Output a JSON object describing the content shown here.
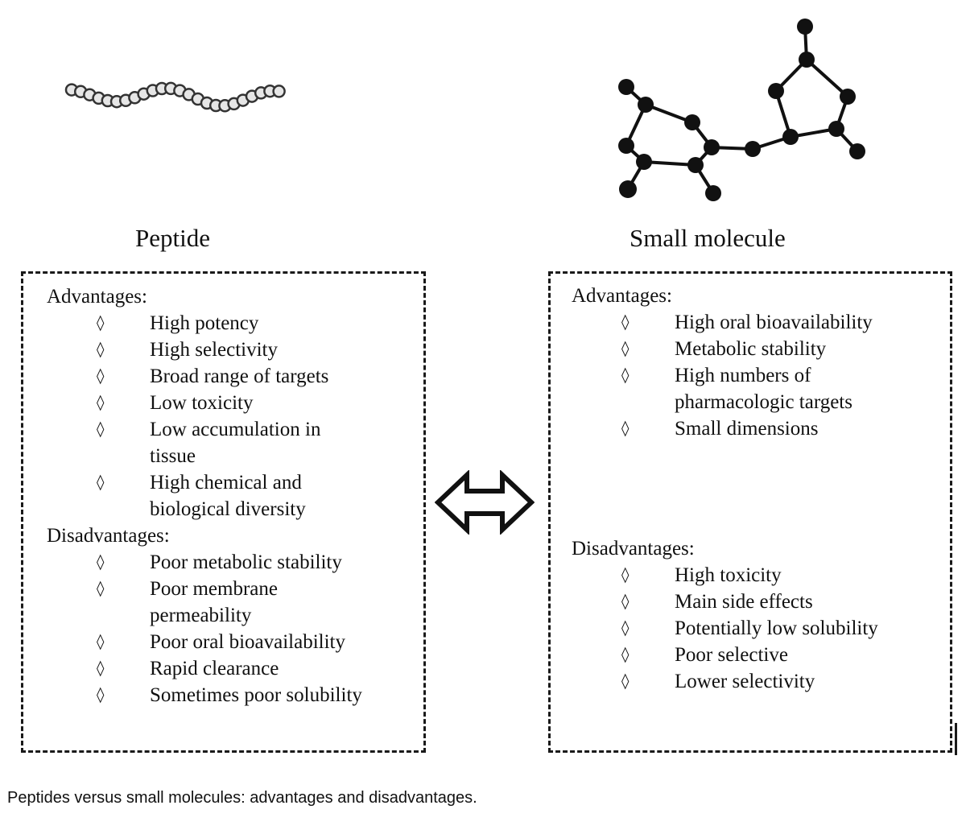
{
  "figure": {
    "caption": "Peptides versus small molecules: advantages and disadvantages.",
    "bullet_symbol": "◊",
    "arrow_icon": "double-headed-arrow"
  },
  "peptide": {
    "title": "Peptide",
    "icon": "peptide-chain-icon",
    "advantages_label": "Advantages:",
    "advantages": [
      [
        "High potency"
      ],
      [
        "High selectivity"
      ],
      [
        "Broad range of targets"
      ],
      [
        "Low toxicity"
      ],
      [
        "Low accumulation in",
        "tissue"
      ],
      [
        "High chemical and",
        "biological diversity"
      ]
    ],
    "disadvantages_label": "Disadvantages:",
    "disadvantages": [
      [
        "Poor metabolic stability"
      ],
      [
        "Poor membrane",
        "permeability"
      ],
      [
        "Poor oral bioavailability"
      ],
      [
        "Rapid clearance"
      ],
      [
        "Sometimes poor solubility"
      ]
    ]
  },
  "small_molecule": {
    "title": "Small molecule",
    "icon": "molecule-structure-icon",
    "advantages_label": "Advantages:",
    "advantages": [
      [
        "High oral bioavailability"
      ],
      [
        "Metabolic stability"
      ],
      [
        "High numbers of",
        "pharmacologic targets"
      ],
      [
        "Small dimensions"
      ]
    ],
    "disadvantages_label": "Disadvantages:",
    "disadvantages": [
      [
        "High toxicity"
      ],
      [
        "Main side effects"
      ],
      [
        "Potentially low solubility"
      ],
      [
        "Poor selective"
      ],
      [
        "Lower selectivity"
      ]
    ]
  }
}
